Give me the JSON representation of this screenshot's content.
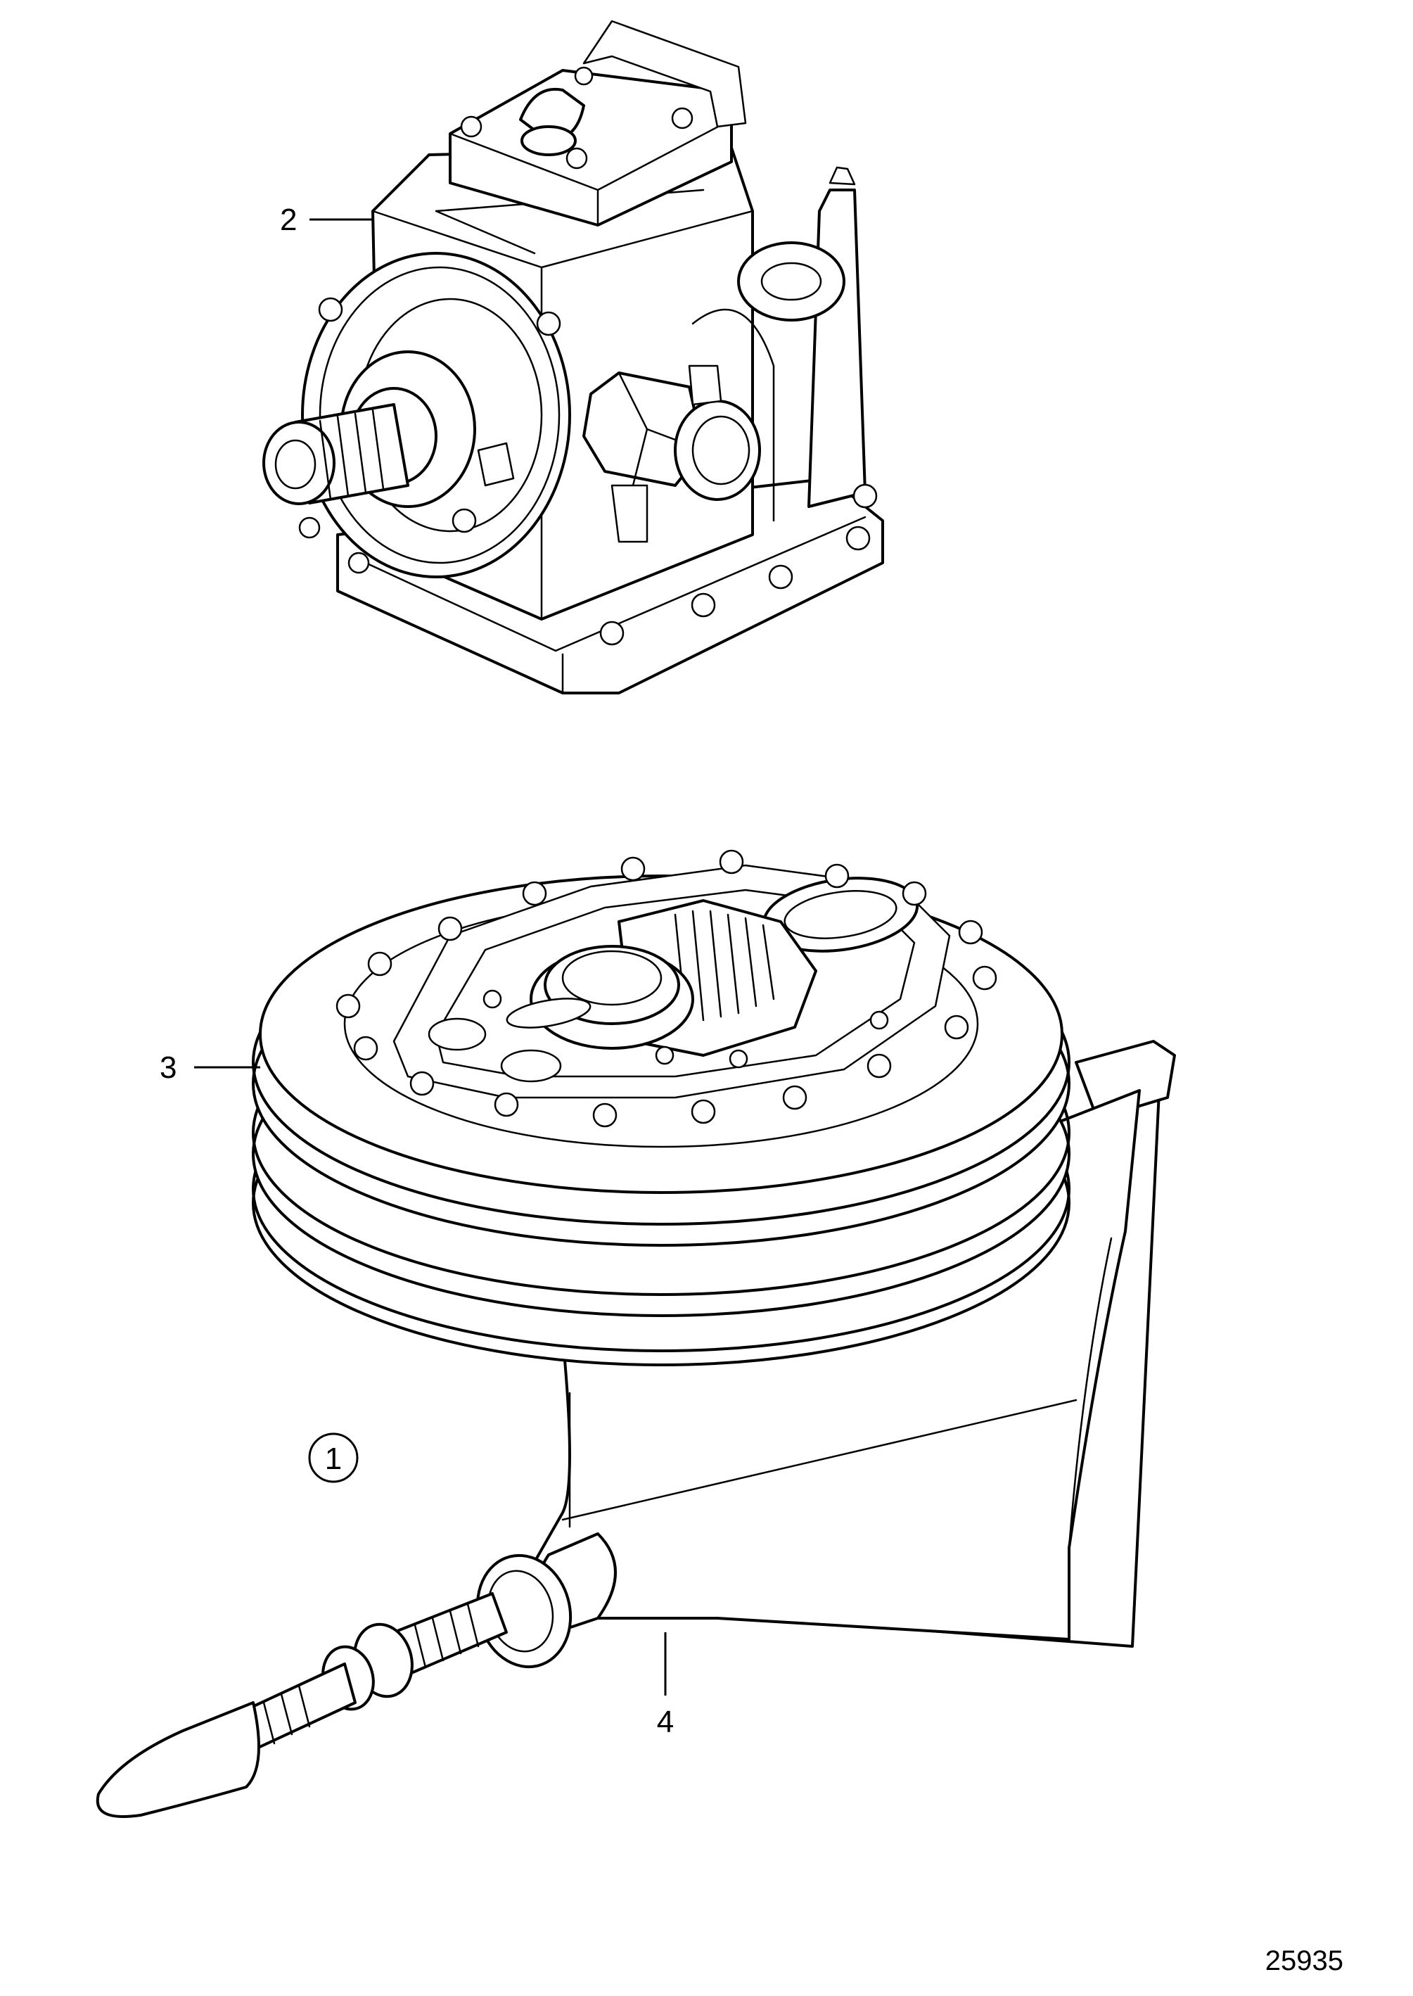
{
  "callouts": [
    {
      "id": "1",
      "text": "1",
      "circled": true
    },
    {
      "id": "2",
      "text": "2",
      "circled": false
    },
    {
      "id": "3",
      "text": "3",
      "circled": false
    },
    {
      "id": "4",
      "text": "4",
      "circled": false
    }
  ],
  "figure_number": "25935",
  "colors": {
    "line": "#000000",
    "background": "#ffffff"
  }
}
